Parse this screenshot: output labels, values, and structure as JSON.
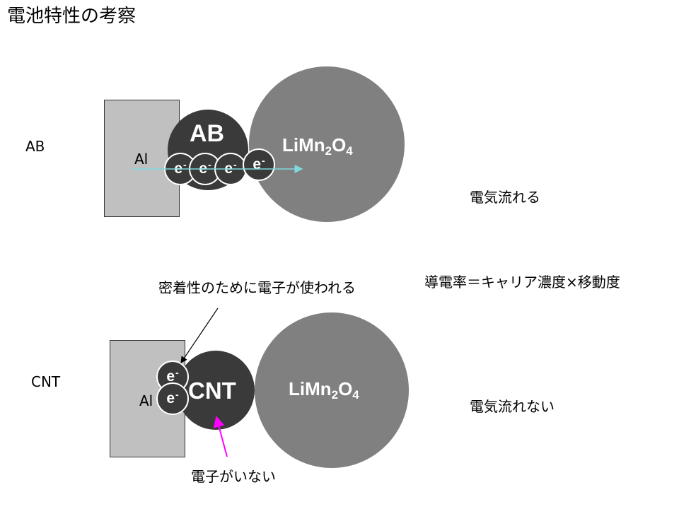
{
  "title": "電池特性の考察",
  "ab": {
    "row_label": "AB",
    "al_label": "Al",
    "particle_label": "AB",
    "active_main": "LiMn",
    "active_sub1": "2",
    "active_o": "O",
    "active_sub2": "4",
    "electron": "e",
    "electron_sup": "-",
    "result": "電気流れる"
  },
  "formula": "導電率＝キャリア濃度×移動度",
  "cnt": {
    "row_label": "CNT",
    "al_label": "Al",
    "particle_label": "CNT",
    "active_main": "LiMn",
    "active_sub1": "2",
    "active_o": "O",
    "active_sub2": "4",
    "electron": "e",
    "electron_sup": "-",
    "adhesion_note": "密着性のために電子が使われる",
    "no_electron_note": "電子がいない",
    "result": "電気流れない"
  },
  "colors": {
    "al_fill": "#c0c0c0",
    "particle_fill": "#3a3a3a",
    "active_fill": "#808080",
    "arrow_cyan": "#7fd8e0",
    "arrow_magenta": "#ff00ff"
  }
}
